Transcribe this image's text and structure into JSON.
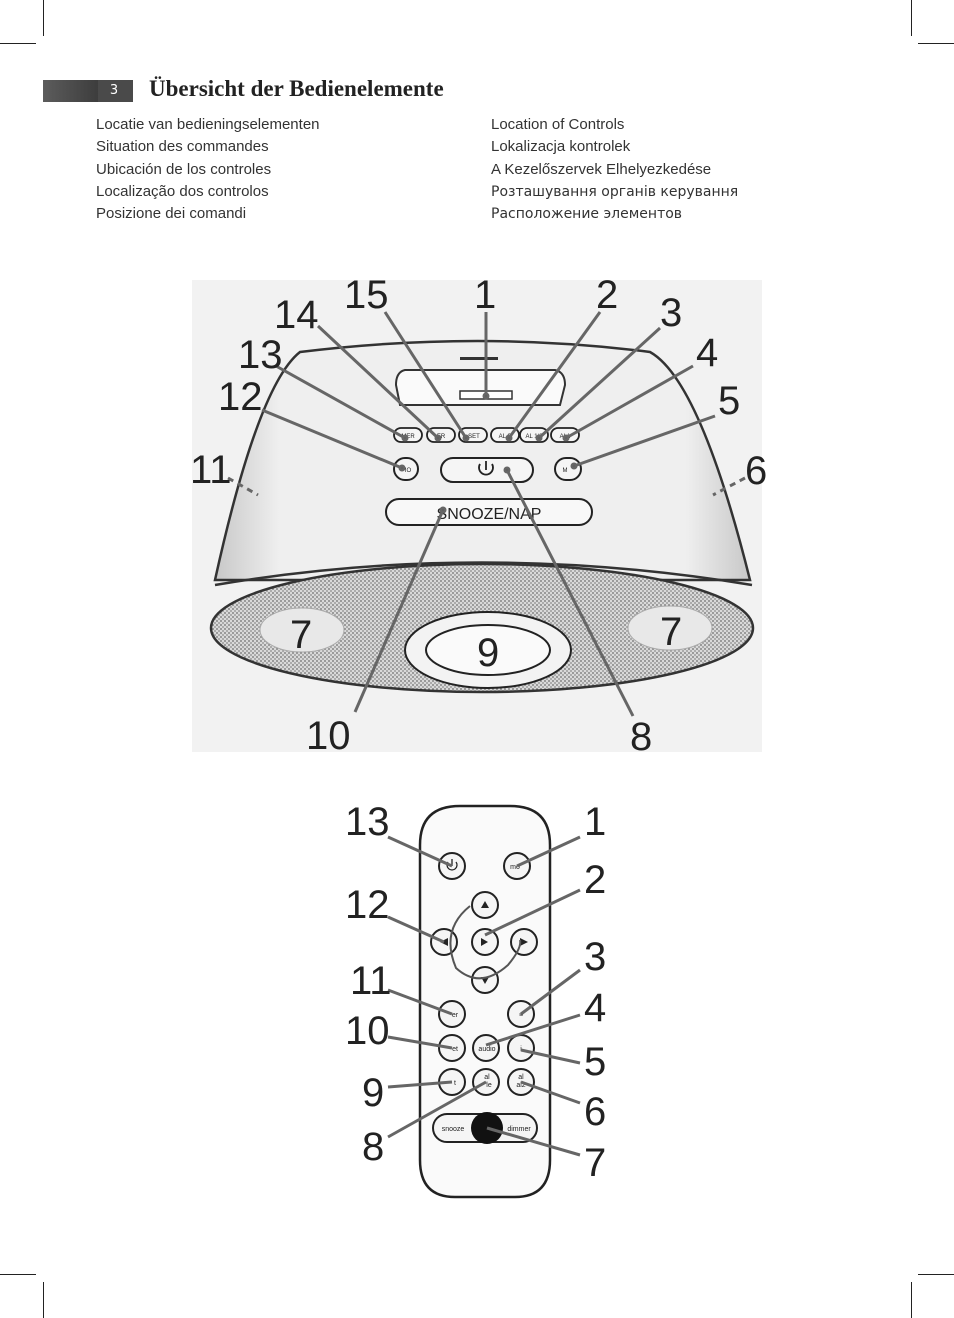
{
  "header": {
    "page_number": "3",
    "title": "Übersicht der Bedienelemente"
  },
  "subtitles_left": [
    "Locatie van bedieningselementen",
    "Situation des commandes",
    "Ubicación de los controles",
    "Localização dos controlos",
    "Posizione dei comandi"
  ],
  "subtitles_right": [
    "Location of Controls",
    "Lokalizacja kontrolek",
    "A Kezelőszervek Elhelyezkedése",
    "Розташування органів керування",
    "Расположение элементов"
  ],
  "device": {
    "snooze_label": "SNOOZE/NAP",
    "callouts": [
      "1",
      "2",
      "3",
      "4",
      "5",
      "6",
      "7",
      "7",
      "8",
      "9",
      "10",
      "11",
      "12",
      "13",
      "14",
      "15"
    ],
    "button_labels": [
      "MER",
      "ER",
      "SET",
      "AL S",
      "AL 1/2",
      "AL1",
      "IO",
      "M"
    ]
  },
  "remote": {
    "callouts_left": [
      "13",
      "12",
      "11",
      "10",
      "9",
      "8"
    ],
    "callouts_right": [
      "1",
      "2",
      "3",
      "4",
      "5",
      "6",
      "7"
    ],
    "button_labels": [
      "mo",
      "er",
      "et",
      "audio",
      "t",
      "al",
      "le",
      "al",
      "al2",
      "snooze",
      "dimmer"
    ]
  }
}
